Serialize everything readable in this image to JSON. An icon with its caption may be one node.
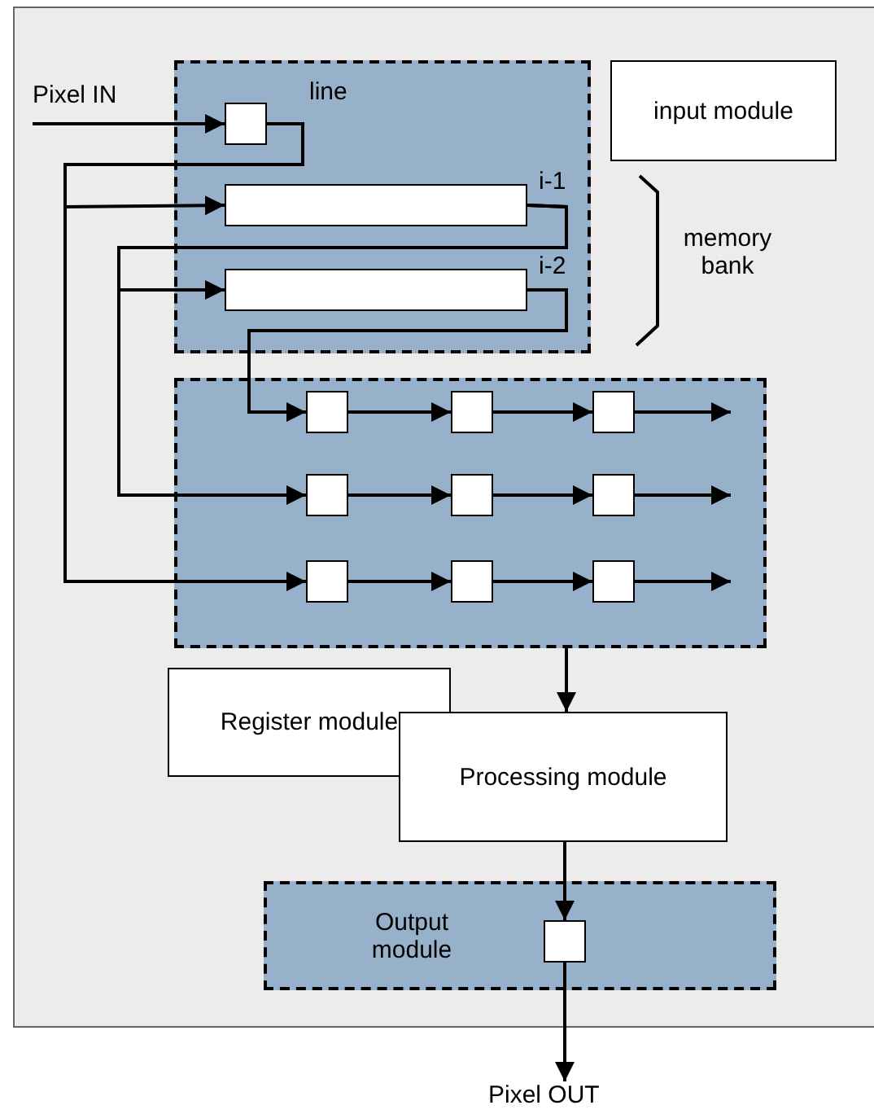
{
  "diagram": {
    "nodes": [
      {
        "text": [
          "Pixel IN"
        ]
      },
      {
        "text": [],
        "shape": "box"
      },
      {
        "text": [],
        "shape": "box",
        "in": 1,
        "beside": [
          "line"
        ]
      },
      {
        "text": [
          "input module"
        ]
      },
      {
        "text": [],
        "shape": "bar",
        "in": 1,
        "beside": [
          "i-1"
        ]
      },
      {
        "text": [],
        "shape": "bar",
        "in": 1,
        "beside": [
          "i-2"
        ]
      },
      {
        "text": [],
        "shape": "box"
      },
      {
        "text": [],
        "shape": "box",
        "in": 6
      },
      {
        "text": [],
        "shape": "box",
        "in": 6
      },
      {
        "text": [],
        "shape": "box",
        "in": 6
      },
      {
        "text": [],
        "shape": "box",
        "in": 6
      },
      {
        "text": [],
        "shape": "box",
        "in": 6
      },
      {
        "text": [],
        "shape": "box",
        "in": 6
      },
      {
        "text": [],
        "shape": "box",
        "in": 6
      },
      {
        "text": [],
        "shape": "box",
        "in": 6
      },
      {
        "text": [],
        "shape": "box",
        "in": 6
      },
      {
        "text": [
          "Register module"
        ]
      },
      {
        "text": [
          "Processing module"
        ]
      },
      {
        "text": [
          "Output module"
        ]
      },
      {
        "text": [],
        "shape": "box",
        "in": 18
      },
      {
        "text": [
          "Pixel OUT"
        ]
      }
    ],
    "edges": [
      {
        "from": 0,
        "to": 2,
        "arrow": "to"
      },
      {
        "from": 2,
        "to": 4,
        "arrow": "to"
      },
      {
        "from": 2,
        "to": 13,
        "arrow": "to"
      },
      {
        "from": 4,
        "to": 5,
        "arrow": "to"
      },
      {
        "from": 4,
        "to": 10,
        "arrow": "to"
      },
      {
        "from": 5,
        "to": 7,
        "arrow": "to"
      },
      {
        "from": 7,
        "to": 8,
        "arrow": "to"
      },
      {
        "from": 8,
        "to": 9,
        "arrow": "to"
      },
      {
        "from": 9,
        "to": null,
        "arrow": "to"
      },
      {
        "from": 10,
        "to": 11,
        "arrow": "to"
      },
      {
        "from": 11,
        "to": 12,
        "arrow": "to"
      },
      {
        "from": 12,
        "to": null,
        "arrow": "to"
      },
      {
        "from": 13,
        "to": 14,
        "arrow": "to"
      },
      {
        "from": 14,
        "to": 15,
        "arrow": "to"
      },
      {
        "from": 15,
        "to": null,
        "arrow": "to"
      },
      {
        "from": 6,
        "to": 17,
        "arrow": "to"
      },
      {
        "from": 17,
        "to": 19,
        "arrow": "to"
      },
      {
        "from": 19,
        "to": 20,
        "arrow": "to"
      }
    ],
    "labels": [
      "memory bank"
    ]
  }
}
